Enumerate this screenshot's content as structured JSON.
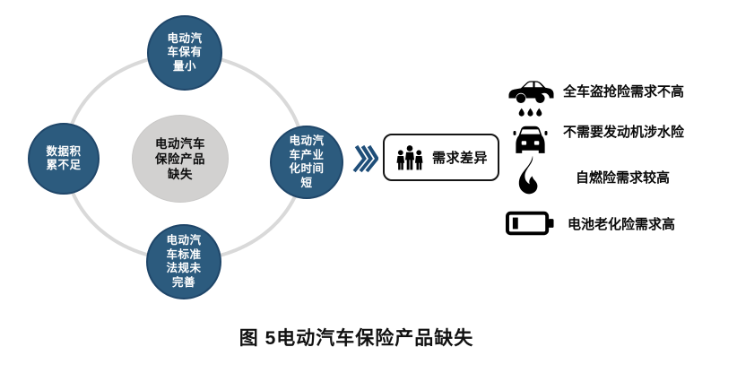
{
  "colors": {
    "node_blue": "#2C5B7E",
    "node_blue_edge": "#1F4669",
    "center_gray": "#D2D1D0",
    "ring_gray": "#D9D9D9",
    "chevron_blue": "#1F4E79",
    "icon_black": "#000000",
    "background": "#FFFFFF"
  },
  "diagram": {
    "center": {
      "lines": [
        "电动汽车",
        "保险产品",
        "缺失"
      ]
    },
    "nodes": {
      "top": {
        "lines": [
          "电动汽",
          "车保有",
          "量小"
        ]
      },
      "left": {
        "lines": [
          "数据积",
          "累不足"
        ]
      },
      "right": {
        "lines": [
          "电动汽",
          "车产业",
          "化时间",
          "短"
        ]
      },
      "bottom": {
        "lines": [
          "电动汽",
          "车标准",
          "法规未",
          "完善"
        ]
      }
    },
    "connector_icon": "triple-chevron-right-icon"
  },
  "demand_box": {
    "icon": "people-group-icon",
    "label": "需求差异"
  },
  "findings": [
    {
      "icon": "car-side-icon",
      "label": "全车盗抢险需求不高"
    },
    {
      "icon": "car-wading-icon",
      "label": "不需要发动机涉水险"
    },
    {
      "icon": "flame-icon",
      "label": "自燃险需求较高"
    },
    {
      "icon": "battery-low-icon",
      "label": "电池老化险需求高"
    }
  ],
  "caption": "图 5电动汽车保险产品缺失"
}
